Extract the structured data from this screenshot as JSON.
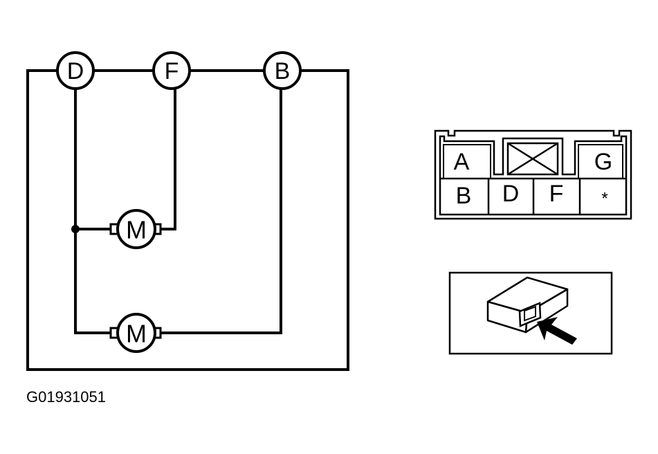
{
  "circuit": {
    "nodes": [
      {
        "id": "node-d",
        "label": "D"
      },
      {
        "id": "node-f",
        "label": "F"
      },
      {
        "id": "node-b",
        "label": "B"
      }
    ],
    "motors": [
      {
        "id": "motor-upper",
        "label": "M"
      },
      {
        "id": "motor-lower",
        "label": "M"
      }
    ]
  },
  "connector": {
    "top_row": [
      "A",
      "",
      "G"
    ],
    "bottom_row": [
      "B",
      "D",
      "F",
      "*"
    ]
  },
  "figure_id": "G01931051"
}
